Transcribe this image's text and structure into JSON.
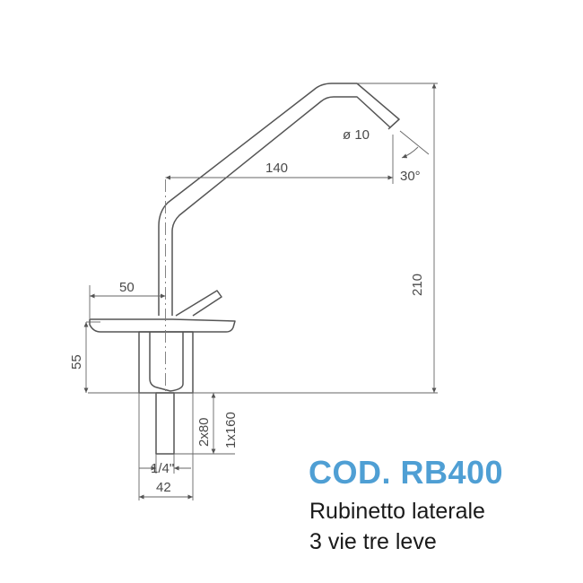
{
  "product": {
    "code": "COD. RB400",
    "description_line1": "Rubinetto laterale",
    "description_line2": "3 vie tre leve"
  },
  "dimensions": {
    "spout_reach": "140",
    "total_height": "210",
    "outlet_diameter": "ø 10",
    "outlet_angle": "30°",
    "lever_reach": "50",
    "body_height": "55",
    "shank_2": "2x80",
    "shank_1": "1x160",
    "thread": "1/4\"",
    "base_diameter": "42"
  },
  "colors": {
    "code_text": "#4f9fd4",
    "line": "#555555"
  }
}
